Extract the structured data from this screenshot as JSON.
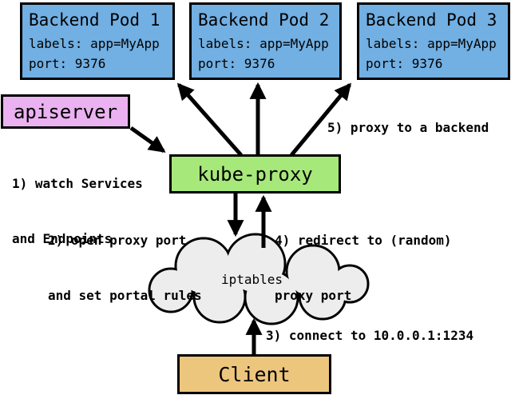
{
  "pods": [
    {
      "title": "Backend Pod 1",
      "labels_line": "labels: app=MyApp",
      "port_line": "port: 9376"
    },
    {
      "title": "Backend Pod 2",
      "labels_line": "labels: app=MyApp",
      "port_line": "port: 9376"
    },
    {
      "title": "Backend Pod 3",
      "labels_line": "labels: app=MyApp",
      "port_line": "port: 9376"
    }
  ],
  "apiserver_label": "apiserver",
  "kube_proxy_label": "kube-proxy",
  "iptables_label": "iptables",
  "client_label": "Client",
  "annotations": {
    "step1_line1": "1) watch Services",
    "step1_line2": "and Endpoints",
    "step2_line1": "2) open proxy port",
    "step2_line2": "and set portal rules",
    "step3": "3) connect to 10.0.0.1:1234",
    "step4_line1": "4) redirect to (random)",
    "step4_line2": "proxy port",
    "step5": "5) proxy to a backend"
  },
  "colors": {
    "pod_blue": "#72AFE2",
    "apiserver_pink": "#EAB2F0",
    "kube_proxy_green": "#A7E87A",
    "client_tan": "#EDC67E",
    "cloud_gray": "#EDEDED",
    "outline_black": "#000000"
  }
}
